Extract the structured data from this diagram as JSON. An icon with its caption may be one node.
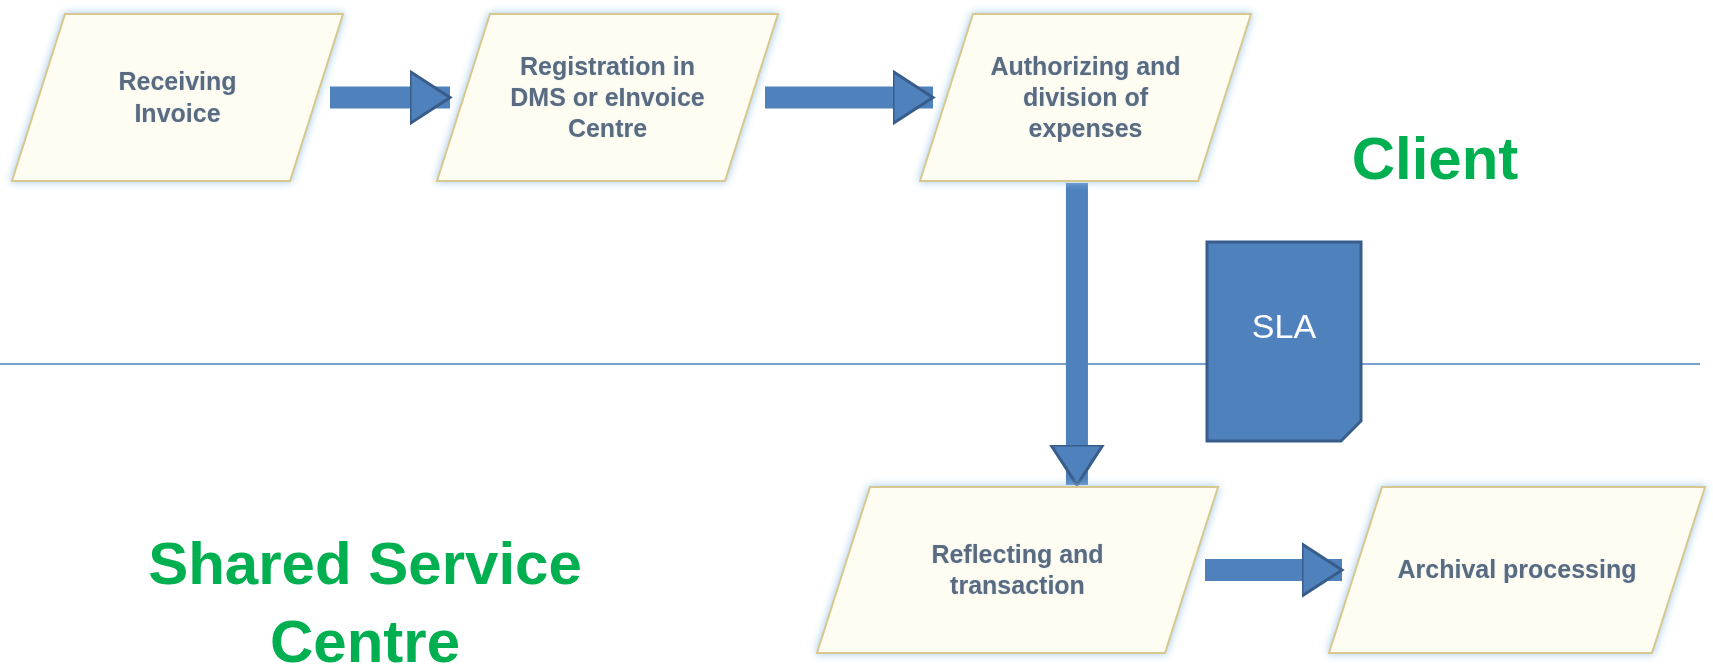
{
  "diagram": {
    "nodes": [
      {
        "text": [
          "Receiving Invoice"
        ]
      },
      {
        "text": [
          "Registration in DMS or eInvoice Centre"
        ]
      },
      {
        "text": [
          "Authorizing and division of expenses"
        ]
      },
      {
        "text": [
          "Reflecting and transaction"
        ]
      },
      {
        "text": [
          "Archival processing"
        ]
      },
      {
        "text": [
          "SLA"
        ]
      }
    ],
    "edges": [
      {
        "from": 0,
        "to": 1,
        "arrow": "to"
      },
      {
        "from": 1,
        "to": 2,
        "arrow": "to"
      },
      {
        "from": 2,
        "to": 3,
        "arrow": "to"
      },
      {
        "from": 3,
        "to": 4,
        "arrow": "to"
      }
    ],
    "labels": [
      "Client",
      "Shared Service Centre"
    ]
  }
}
